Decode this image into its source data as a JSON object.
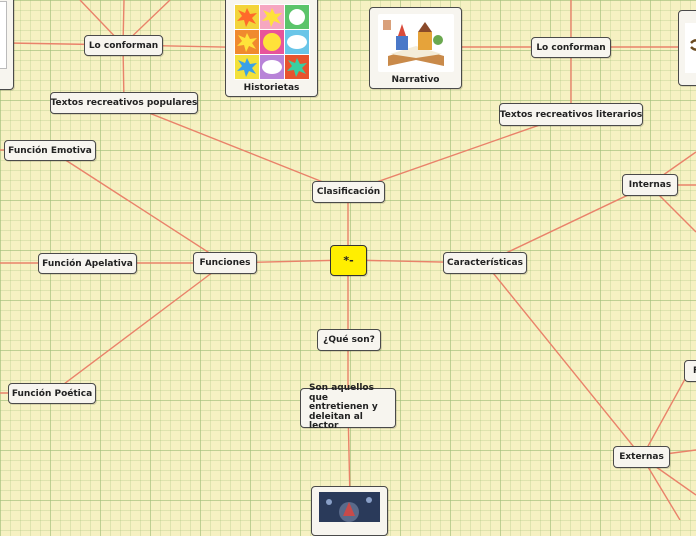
{
  "nodes": {
    "center": "*-",
    "clasificacion": "Clasificación",
    "funciones": "Funciones",
    "caracteristicas": "Características",
    "que_son": "¿Qué son?",
    "definicion": "Son aquellos que entretienen y deleitan al lector",
    "textos_populares": "Textos recreativos populares",
    "textos_literarios": "Textos recreativos literarios",
    "lo_conforman_left": "Lo conforman",
    "lo_conforman_right": "Lo conforman",
    "historietas": "Historietas",
    "narrativo": "Narrativo",
    "funcion_emotiva": "Función Emotiva",
    "funcion_apelativa": "Función Apelativa",
    "funcion_poetica": "Función Poética",
    "internas": "Internas",
    "externas": "Externas",
    "partial_right": "F"
  },
  "colors": {
    "connector": "#e9826a",
    "center_fill": "#ffef00",
    "node_fill": "#f7f5ef",
    "background": "#f6f1c2"
  }
}
